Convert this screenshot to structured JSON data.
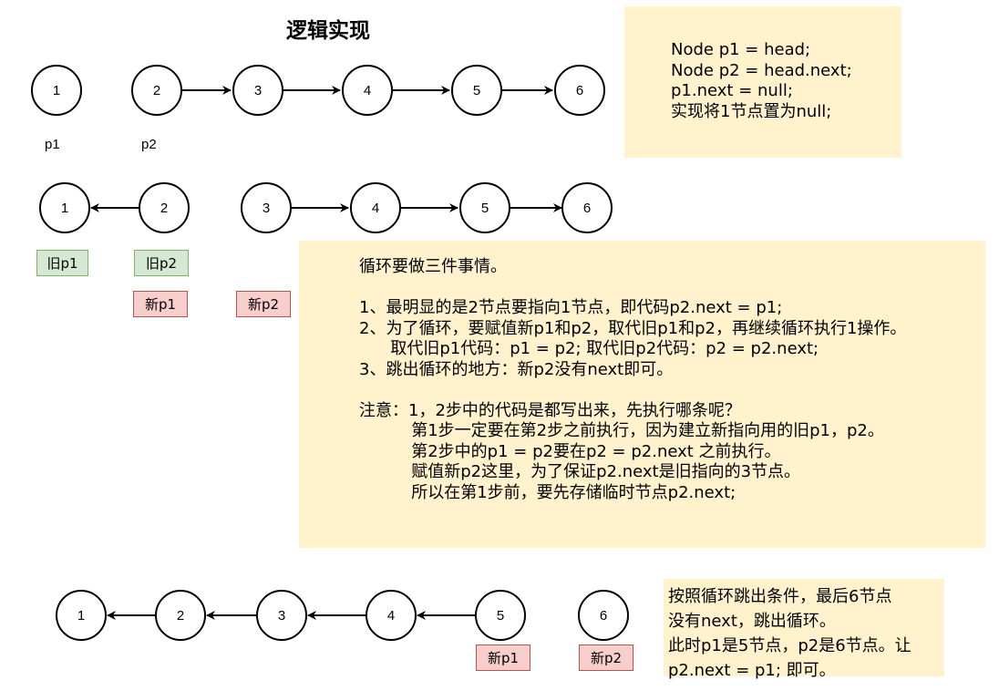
{
  "title": "逻辑实现",
  "notes": {
    "init": "Node p1 = head;\nNode p2 = head.next;\np1.next = null;\n实现将1节点置为null;",
    "loop": "循环要做三件事情。\n\n1、最明显的是2节点要指向1节点，即代码p2.next = p1;\n2、为了循环，要赋值新p1和p2，取代旧p1和p2，再继续循环执行1操作。\n      取代旧p1代码：p1 = p2; 取代旧p2代码：p2 = p2.next;\n3、跳出循环的地方：新p2没有next即可。\n\n注意：1，2步中的代码是都写出来，先执行哪条呢？\n          第1步一定要在第2步之前执行，因为建立新指向用的旧p1，p2。\n          第2步中的p1 = p2要在p2 = p2.next 之前执行。\n          赋值新p2这里，为了保证p2.next是旧指向的3节点。\n          所以在第1步前，要先存储临时节点p2.next;",
    "end": "按照循环跳出条件，最后6节点\n没有next，跳出循环。\n此时p1是5节点，p2是6节点。让\np2.next = p1; 即可。"
  },
  "rows": {
    "row1": {
      "nodes": [
        "1",
        "2",
        "3",
        "4",
        "5",
        "6"
      ],
      "pointers": [
        "p1",
        "p2"
      ]
    },
    "row2": {
      "nodes": [
        "1",
        "2",
        "3",
        "4",
        "5",
        "6"
      ],
      "tags": [
        "旧p1",
        "旧p2",
        "新p1",
        "新p2"
      ]
    },
    "row3": {
      "nodes": [
        "1",
        "2",
        "3",
        "4",
        "5",
        "6"
      ],
      "tags": [
        "新p1",
        "新p2"
      ]
    }
  },
  "colors": {
    "note_bg": "#fff2cc",
    "old_tag_bg": "#d5e8d4",
    "old_tag_border": "#82b366",
    "new_tag_bg": "#f8cecc",
    "new_tag_border": "#b85450"
  }
}
